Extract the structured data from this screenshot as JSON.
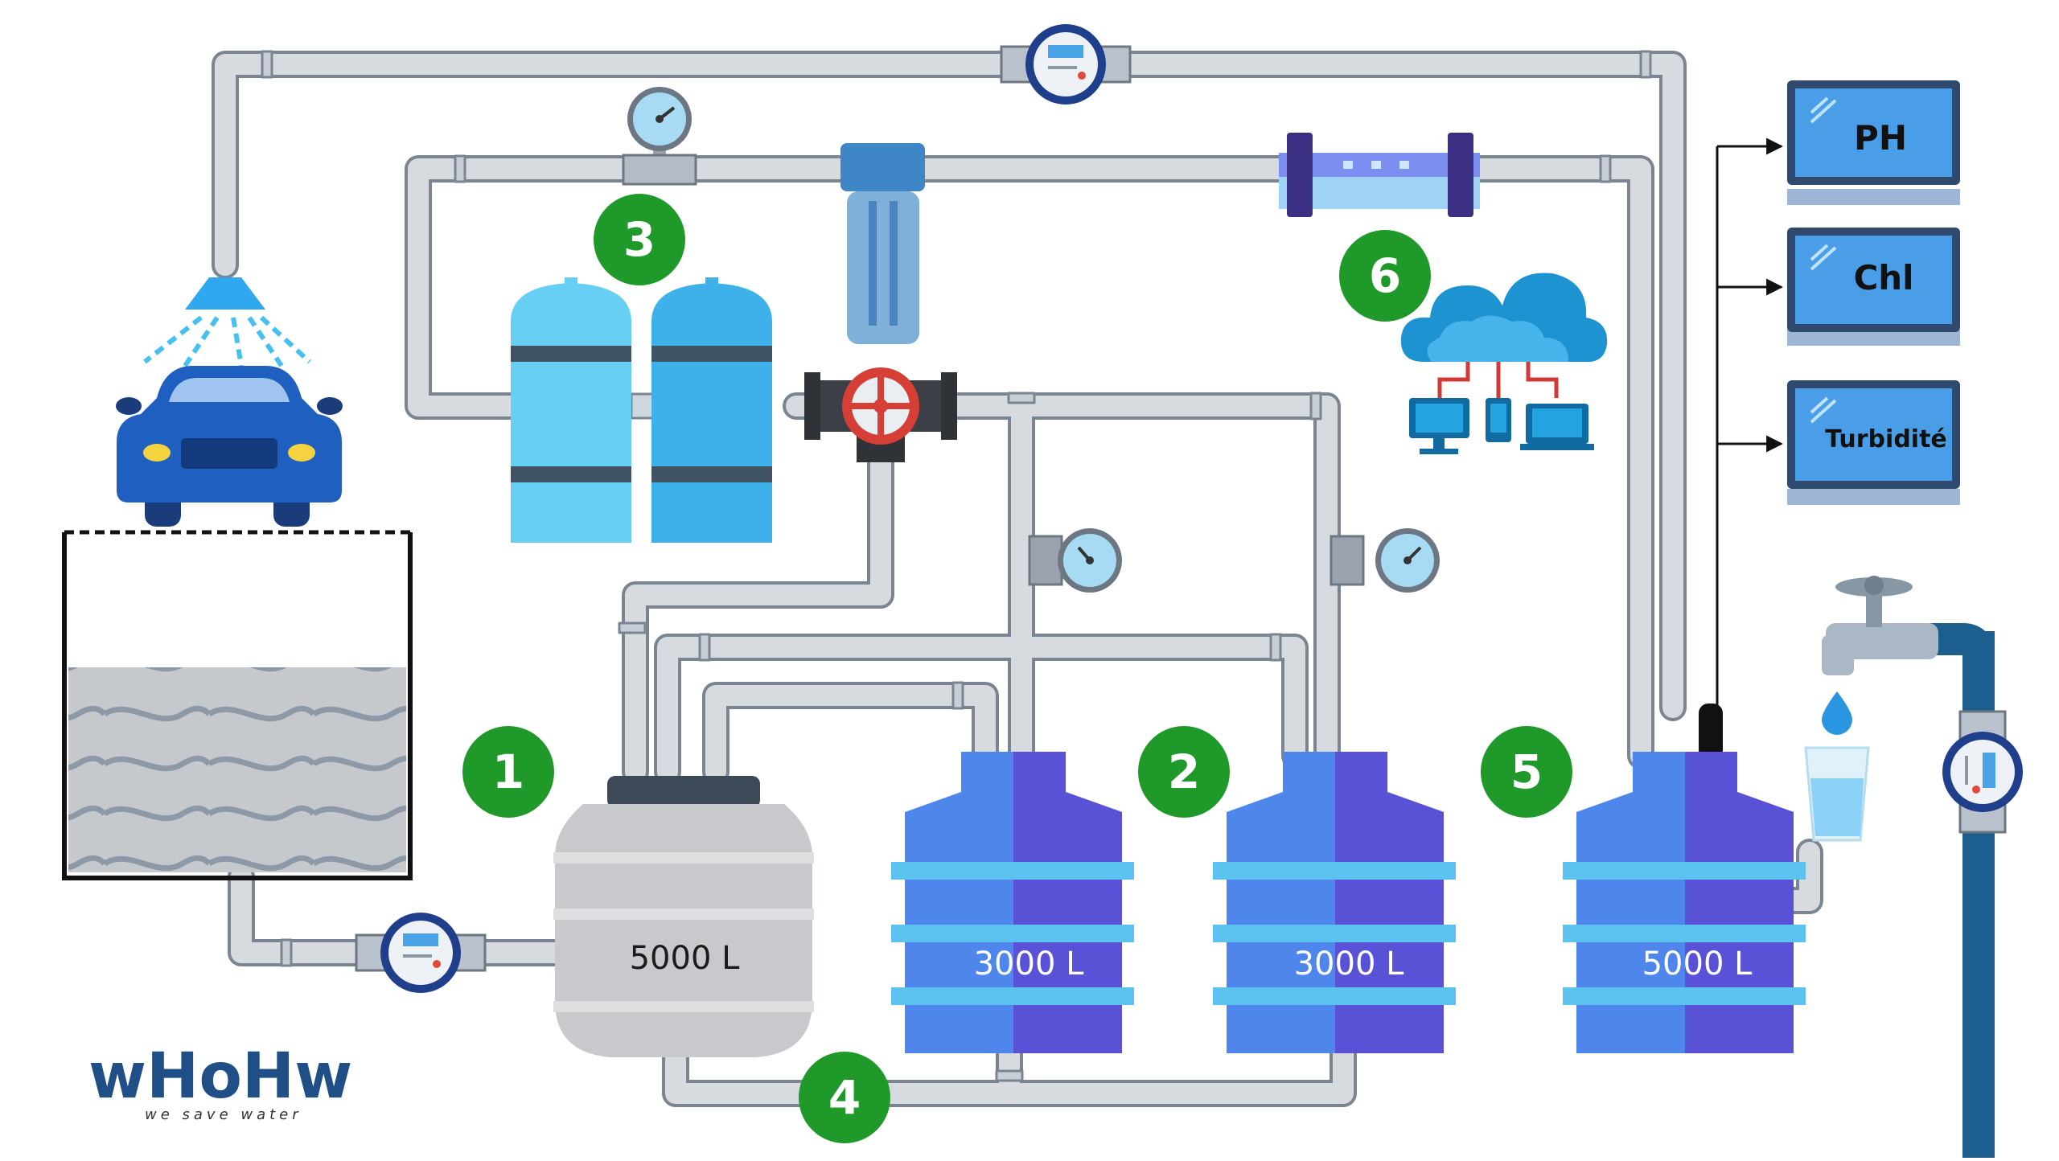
{
  "steps": [
    "1",
    "2",
    "3",
    "4",
    "5",
    "6"
  ],
  "tanks": {
    "collector": "5000 L",
    "treated_a": "3000 L",
    "treated_b": "3000 L",
    "storage": "5000 L"
  },
  "monitors": {
    "ph": "PH",
    "chlorine": "Chl",
    "turbidity": "Turbidité"
  },
  "logo": {
    "word": "wHoHw",
    "tagline": "we save water"
  },
  "colors": {
    "pipe": "#d7dbe0",
    "pipe_outline": "#7b8591",
    "step_badge": "#1f9a2a",
    "tank_blue": "#4f86ec",
    "tank_violet": "#5a52d6",
    "tank_band": "#5cc3f0",
    "monitor": "#4a9ee8",
    "car": "#1f5fbf"
  }
}
